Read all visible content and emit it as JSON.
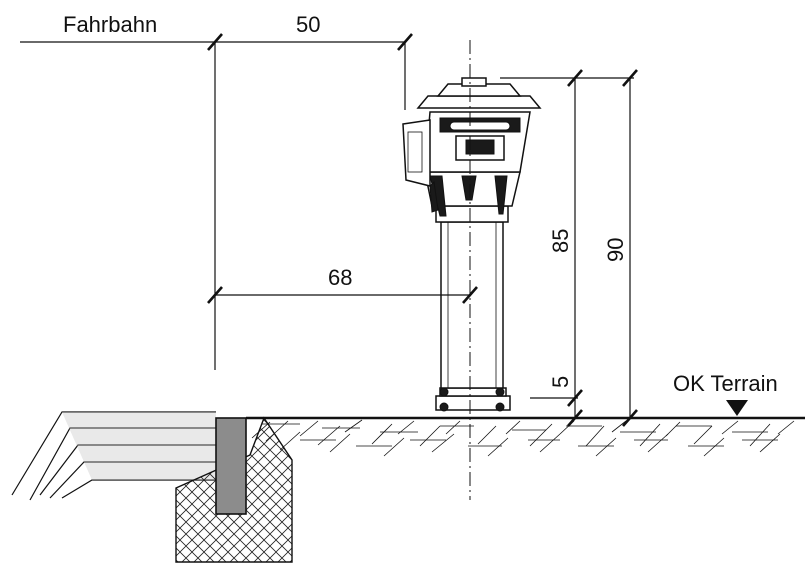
{
  "labels": {
    "road": "Fahrbahn",
    "terrain": "OK Terrain"
  },
  "dimensions": {
    "curb_offset": "50",
    "axis_offset": "68",
    "height_small": "5",
    "height_mid": "85",
    "height_total": "90"
  },
  "colors": {
    "line": "#111111",
    "curb_fill": "#8c8c8c",
    "concrete_hatch": "#222222"
  }
}
